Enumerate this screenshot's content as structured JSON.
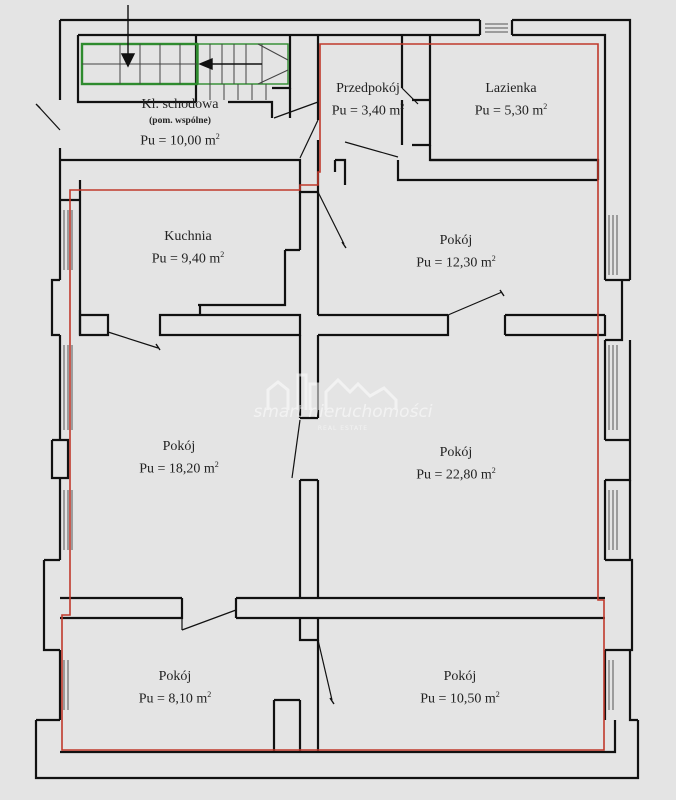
{
  "rooms": {
    "stairs": {
      "name": "Kl. schodowa",
      "note": "(pom. wspólne)",
      "area": "Pu = 10,00 m",
      "unit_sup": "2"
    },
    "hall": {
      "name": "Przedpokój",
      "area": "Pu = 3,40 m",
      "unit_sup": "2"
    },
    "bathroom": {
      "name": "Lazienka",
      "area": "Pu = 5,30 m",
      "unit_sup": "2"
    },
    "kitchen": {
      "name": "Kuchnia",
      "area": "Pu = 9,40 m",
      "unit_sup": "2"
    },
    "room_ne": {
      "name": "Pokój",
      "area": "Pu = 12,30 m",
      "unit_sup": "2"
    },
    "room_w": {
      "name": "Pokój",
      "area": "Pu = 18,20 m",
      "unit_sup": "2"
    },
    "room_e": {
      "name": "Pokój",
      "area": "Pu = 22,80 m",
      "unit_sup": "2"
    },
    "room_sw": {
      "name": "Pokój",
      "area": "Pu = 8,10 m",
      "unit_sup": "2"
    },
    "room_se": {
      "name": "Pokój",
      "area": "Pu = 10,50 m",
      "unit_sup": "2"
    }
  },
  "watermark": {
    "brand": "smart nieruchomości",
    "sub": "REAL ESTATE"
  },
  "colors": {
    "background": "#e4e4e4",
    "wall": "#111111",
    "apartment_outline": "#c0392b",
    "stair_outline": "#2e8b2e"
  }
}
